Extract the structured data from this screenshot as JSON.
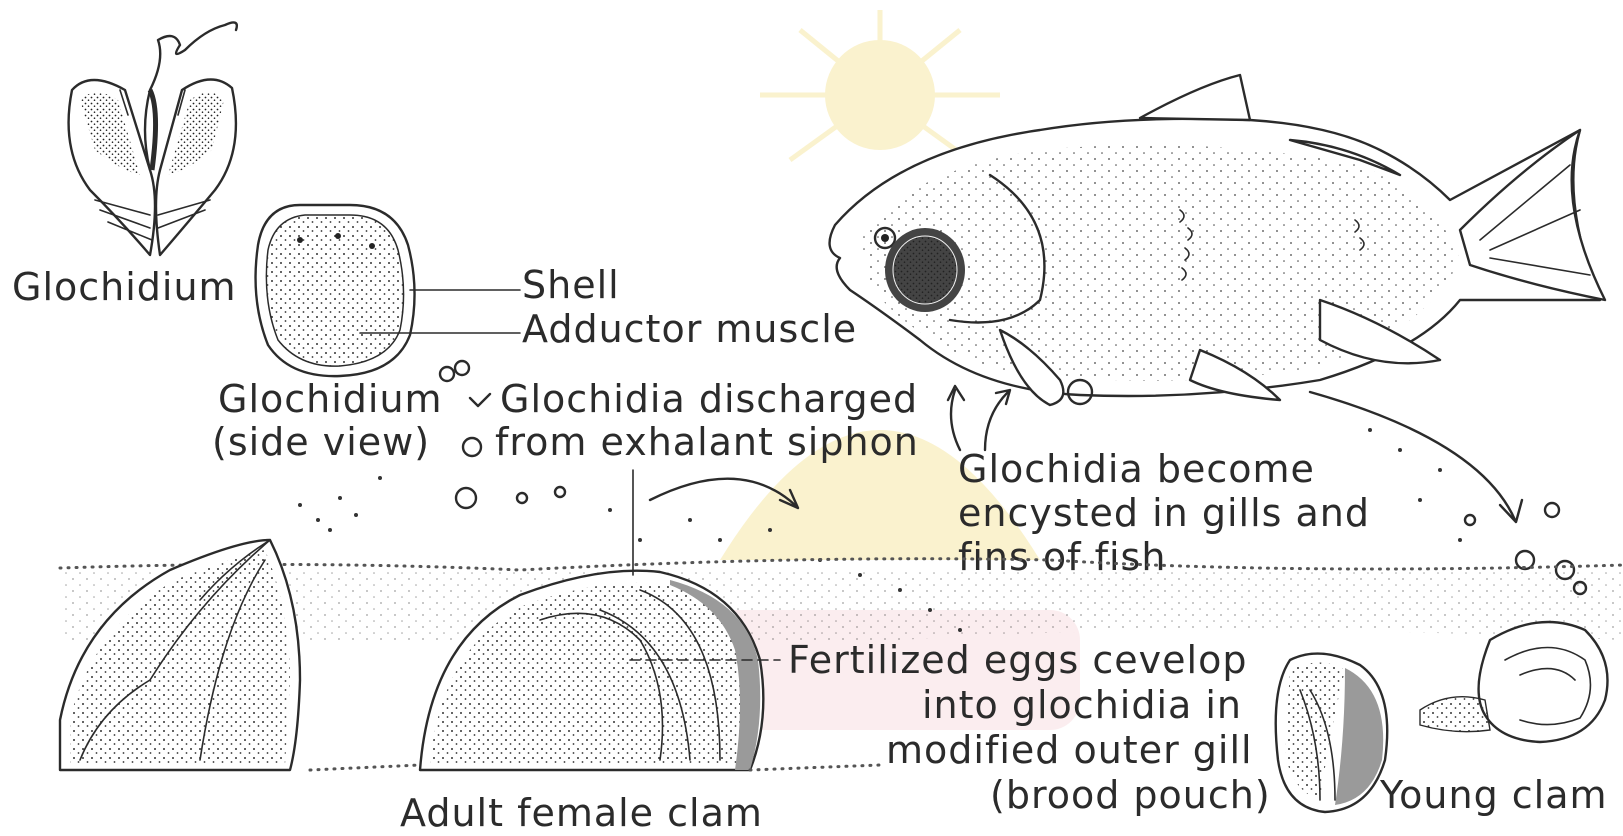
{
  "labels": {
    "glochidium": "Glochidium",
    "shell": "Shell",
    "adductor_muscle": "Adductor muscle",
    "glochidium_side_1": "Glochidium",
    "glochidium_side_2": "(side view)",
    "discharged_1": "Glochidia discharged",
    "discharged_2": "from exhalant siphon",
    "encysted_1": "Glochidia become",
    "encysted_2": "encysted in gills and",
    "encysted_3": "fins of fish",
    "fertilized_1": "Fertilized eggs сevelop",
    "fertilized_2": "into glochidia in",
    "fertilized_3": "modified outer gill",
    "fertilized_4": "(brood pouch)",
    "adult_female_clam": "Adult female clam",
    "young_clam": "Young clam"
  },
  "colors": {
    "ink": "#2b2b2b",
    "watermark": "#f6e7a6",
    "watermark_red": "#f4c9cf",
    "shade": "#9a9a9a"
  }
}
